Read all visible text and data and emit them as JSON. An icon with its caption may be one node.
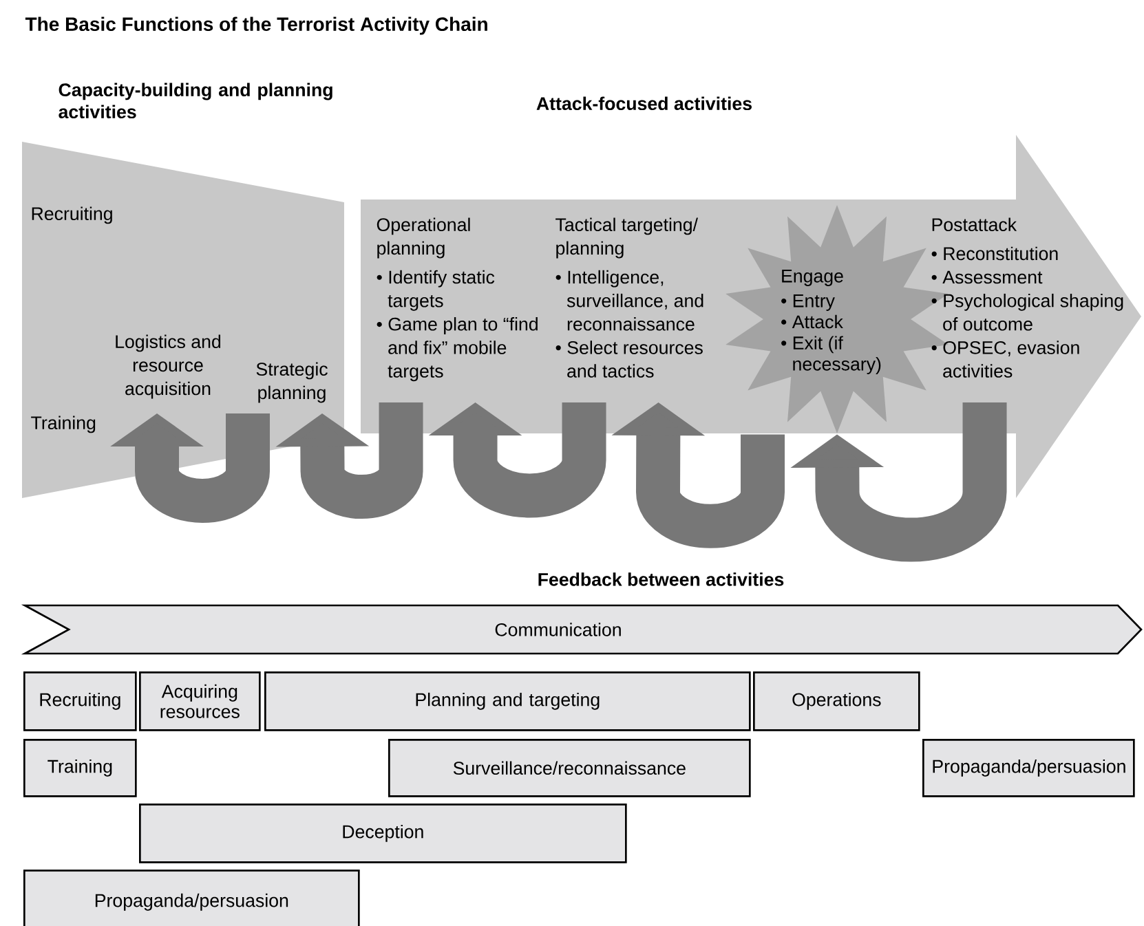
{
  "diagram": {
    "title": "The Basic Functions of the Terrorist Activity Chain",
    "nodes": [
      {
        "text": [
          "Capacity-building and planning activities"
        ]
      },
      {
        "text": [
          "Recruiting"
        ],
        "in": 0
      },
      {
        "text": [
          "Logistics and resource acquisition"
        ],
        "in": 0
      },
      {
        "text": [
          "Strategic planning"
        ],
        "in": 0
      },
      {
        "text": [
          "Training"
        ],
        "in": 0
      },
      {
        "text": [
          "Attack-focused activities"
        ]
      },
      {
        "text": [
          "Operational planning",
          "• Identify static targets",
          "• Game plan to “find and fix” mobile targets"
        ],
        "in": 5
      },
      {
        "text": [
          "Tactical targeting/ planning",
          "• Intelligence, surveillance, and reconnaissance",
          "• Select resources and tactics"
        ],
        "in": 5
      },
      {
        "text": [
          "Engage",
          "• Entry",
          "• Attack",
          "• Exit (if necessary)"
        ],
        "in": 5
      },
      {
        "text": [
          "Postattack",
          "• Reconstitution",
          "• Assessment",
          "• Psychological shaping of outcome",
          "• OPSEC, evasion activities"
        ],
        "in": 5
      },
      {
        "text": [
          "Communication"
        ]
      },
      {
        "text": [
          "Recruiting"
        ]
      },
      {
        "text": [
          "Acquiring resources"
        ]
      },
      {
        "text": [
          "Planning and targeting"
        ]
      },
      {
        "text": [
          "Operations"
        ]
      },
      {
        "text": [
          "Training"
        ]
      },
      {
        "text": [
          "Surveillance/reconnaissance"
        ]
      },
      {
        "text": [
          "Propaganda/persuasion"
        ]
      },
      {
        "text": [
          "Deception"
        ]
      },
      {
        "text": [
          "Propaganda/persuasion"
        ]
      }
    ],
    "edges": [
      {
        "from": 9,
        "to": 8,
        "arrow": "to"
      },
      {
        "from": 8,
        "to": 7,
        "arrow": "to"
      },
      {
        "from": 7,
        "to": 6,
        "arrow": "to"
      },
      {
        "from": 6,
        "to": 3,
        "arrow": "to"
      },
      {
        "from": 3,
        "to": 2,
        "arrow": "to"
      }
    ],
    "labels": [
      "Feedback between activities"
    ]
  }
}
